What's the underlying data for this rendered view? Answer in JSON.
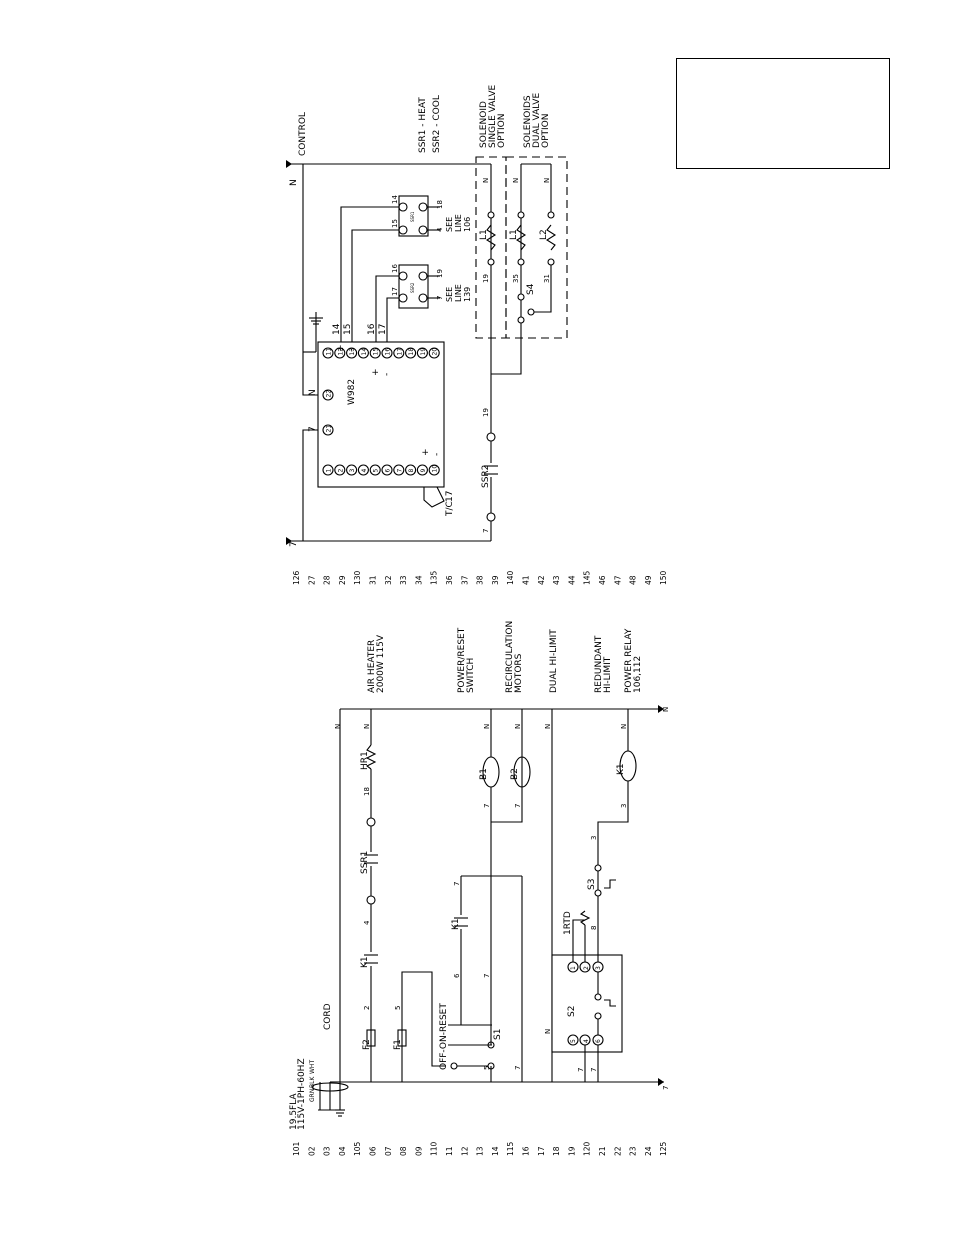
{
  "title_block": {
    "text": ""
  },
  "upper": {
    "rungs": [
      "126",
      "27",
      "28",
      "29",
      "130",
      "31",
      "32",
      "33",
      "34",
      "135",
      "36",
      "37",
      "38",
      "39",
      "140",
      "41",
      "42",
      "43",
      "44",
      "145",
      "46",
      "47",
      "48",
      "49",
      "150"
    ],
    "control_label": "CONTROL",
    "left_rail": "7",
    "right_rail": "N",
    "ssr1_note": "SSR1 - HEAT",
    "ssr2_note": "SSR2 - COOL",
    "single_valve": [
      "SOLENOID",
      "SINGLE VALVE",
      "OPTION"
    ],
    "dual_valve": [
      "SOLENOIDS",
      "DUAL VALVE",
      "OPTION"
    ],
    "controller": "W982",
    "controller_terminals": [
      "1",
      "2",
      "3",
      "4",
      "5",
      "6",
      "7",
      "8",
      "9",
      "10",
      "11",
      "12",
      "13",
      "14",
      "15",
      "16",
      "17",
      "18",
      "19",
      "20",
      "21",
      "22"
    ],
    "wire_7": "7",
    "wire_N": "N",
    "wire_14": "14",
    "wire_15": "15",
    "wire_16": "16",
    "wire_17": "17",
    "tc_label": "T/C",
    "plus": "+",
    "minus": "-",
    "ssr1_box": {
      "label": "SSR1",
      "t14": "14",
      "t15": "15",
      "t4": "4",
      "t18": "18",
      "see": "SEE",
      "line": "LINE",
      "ref": "106"
    },
    "ssr2_box": {
      "label": "SSR2",
      "t16": "16",
      "t17": "17",
      "t7": "7",
      "t19": "19",
      "see": "SEE",
      "line": "LINE",
      "ref": "139"
    },
    "ssr2_contact": "SSR2",
    "wire_19": "19",
    "wire_35": "35",
    "wire_31": "31",
    "l1": "L1",
    "l2": "L2",
    "s4": "S4"
  },
  "lower": {
    "rungs": [
      "101",
      "02",
      "03",
      "04",
      "105",
      "06",
      "07",
      "08",
      "09",
      "110",
      "11",
      "12",
      "13",
      "14",
      "115",
      "16",
      "17",
      "18",
      "19",
      "120",
      "21",
      "22",
      "23",
      "24",
      "125"
    ],
    "supply": [
      "19.5FLA",
      "115V-1PH-60HZ"
    ],
    "conductors": [
      "GRN",
      "BLK",
      "WHT"
    ],
    "cord": "CORD",
    "left_rail": "7",
    "right_rail": "N",
    "descriptions": {
      "air_heater": [
        "AIR HEATER",
        "2000W 115V"
      ],
      "power_reset": [
        "POWER/RESET",
        "SWITCH"
      ],
      "recirc": [
        "RECIRCULATION",
        "MOTORS"
      ],
      "dual_hi": "DUAL HI-LIMIT",
      "redundant": [
        "REDUNDANT",
        "HI-LIMIT"
      ],
      "power_relay": [
        "POWER RELAY",
        "106,112"
      ]
    },
    "f1": "F1",
    "f2": "F2",
    "k1": "K1",
    "ssr1": "SSR1",
    "hr1": "HR1",
    "b1": "B1",
    "b2": "B2",
    "s1": "S1",
    "s2": "S2",
    "s3": "S3",
    "rtd": "1RTD",
    "off_on_reset": "OFF-ON-RESET",
    "wires": {
      "w2": "2",
      "w4": "4",
      "w18": "18",
      "w5": "5",
      "w6": "6",
      "w7": "7",
      "w3": "3",
      "w8": "8",
      "wN": "N"
    },
    "s2_terminals": [
      "1",
      "2",
      "3",
      "4",
      "5",
      "6"
    ]
  }
}
